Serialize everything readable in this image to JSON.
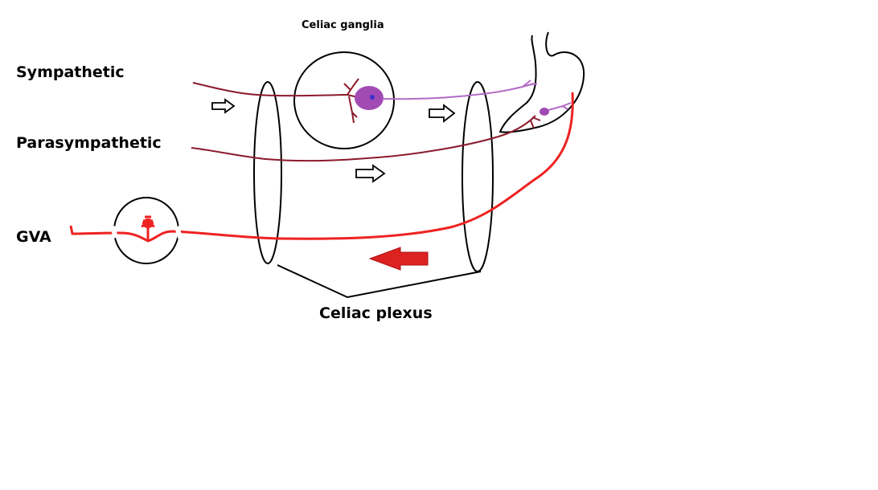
{
  "labels": {
    "celiac_ganglia": "Celiac ganglia",
    "sympathetic": "Sympathetic",
    "parasympathetic": "Parasympathetic",
    "gva": "GVA",
    "celiac_plexus": "Celiac plexus"
  },
  "colors": {
    "sympathetic_preganglionic": "#8b1a2b",
    "sympathetic_postganglionic": "#b36bc7",
    "ganglion_body": "#a24ab4",
    "ganglion_nucleus": "#3b2fc9",
    "parasympathetic": "#8b1a2b",
    "gva": "#ee2222",
    "outline": "#000000",
    "afferent_arrow": "#dd2222"
  },
  "icons": {
    "efferent_arrow": "hollow-right-arrow-icon",
    "afferent_arrow": "solid-left-arrow-icon"
  }
}
